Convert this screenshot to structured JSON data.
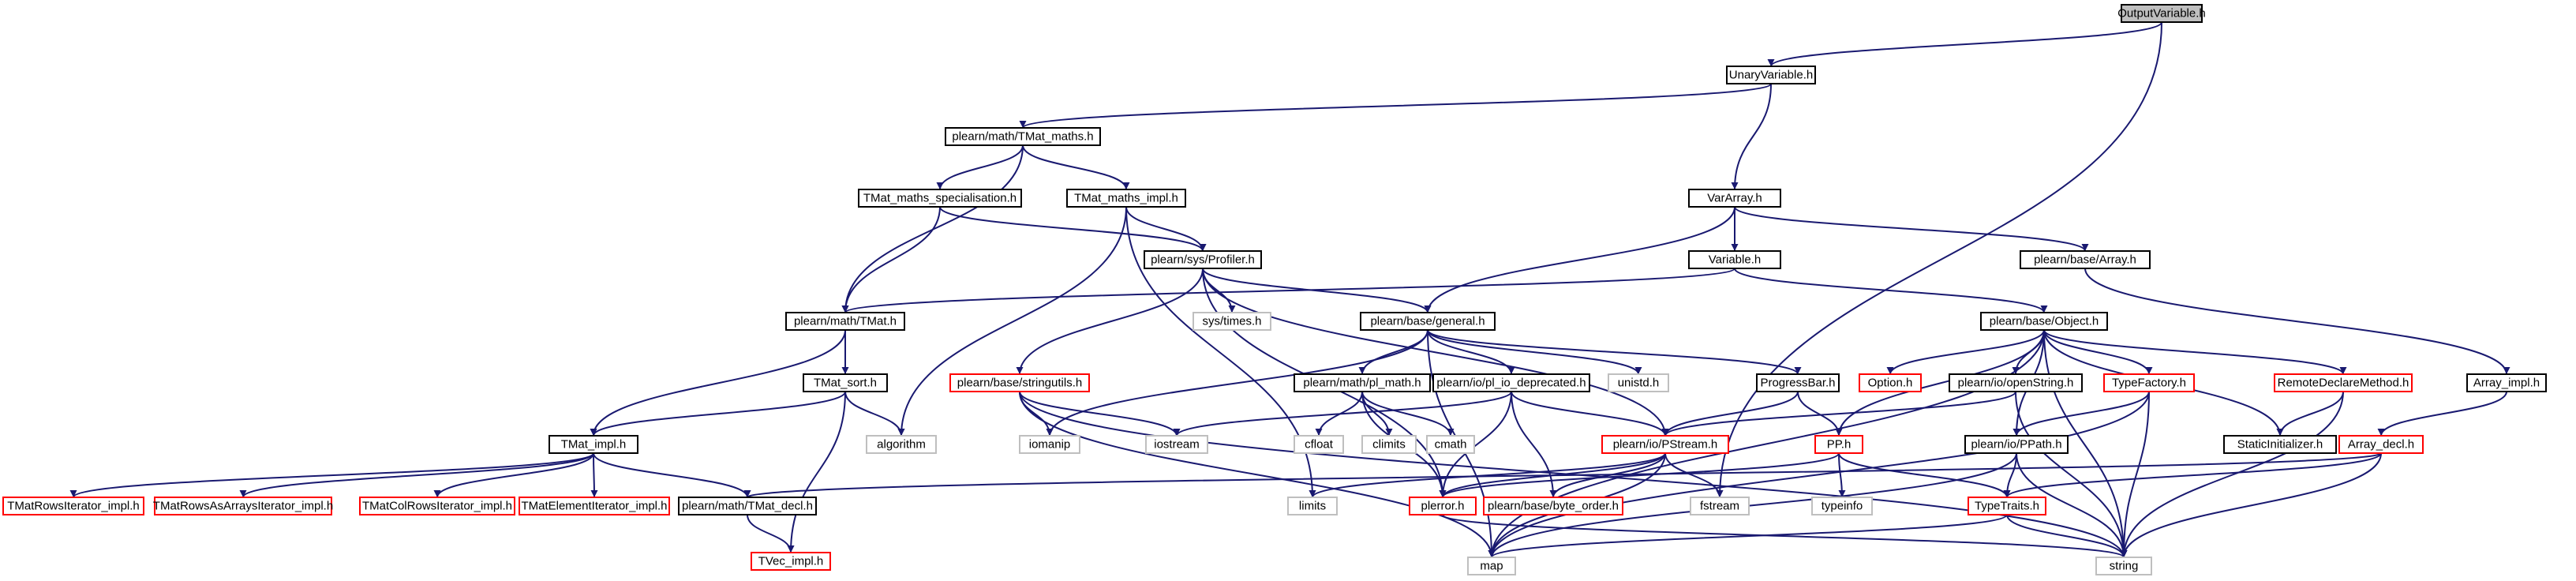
{
  "graph": {
    "colors": {
      "root_fill": "#bfbfbf",
      "header_border": "#000000",
      "truncated_border": "#ff0000",
      "system_border": "#bfbfbf",
      "text": "#000000",
      "edge": "#191970"
    },
    "nodes": [
      {
        "id": "OutputVariable",
        "label": "OutputVariable.h",
        "kind": "root"
      },
      {
        "id": "UnaryVariable",
        "label": "UnaryVariable.h",
        "kind": "header"
      },
      {
        "id": "TMat_maths",
        "label": "plearn/math/TMat_maths.h",
        "kind": "header"
      },
      {
        "id": "TMat_maths_spec",
        "label": "TMat_maths_specialisation.h",
        "kind": "header"
      },
      {
        "id": "TMat_maths_impl",
        "label": "TMat_maths_impl.h",
        "kind": "header"
      },
      {
        "id": "VarArray",
        "label": "VarArray.h",
        "kind": "header"
      },
      {
        "id": "Profiler",
        "label": "plearn/sys/Profiler.h",
        "kind": "header"
      },
      {
        "id": "Variable",
        "label": "Variable.h",
        "kind": "header"
      },
      {
        "id": "baseArray",
        "label": "plearn/base/Array.h",
        "kind": "header"
      },
      {
        "id": "TMat",
        "label": "plearn/math/TMat.h",
        "kind": "header"
      },
      {
        "id": "systimes",
        "label": "sys/times.h",
        "kind": "system"
      },
      {
        "id": "general",
        "label": "plearn/base/general.h",
        "kind": "header"
      },
      {
        "id": "Object",
        "label": "plearn/base/Object.h",
        "kind": "header"
      },
      {
        "id": "TMat_sort",
        "label": "TMat_sort.h",
        "kind": "header"
      },
      {
        "id": "stringutils",
        "label": "plearn/base/stringutils.h",
        "kind": "truncated"
      },
      {
        "id": "pl_math",
        "label": "plearn/math/pl_math.h",
        "kind": "header"
      },
      {
        "id": "pl_io_dep",
        "label": "plearn/io/pl_io_deprecated.h",
        "kind": "header"
      },
      {
        "id": "unistd",
        "label": "unistd.h",
        "kind": "system"
      },
      {
        "id": "ProgressBar",
        "label": "ProgressBar.h",
        "kind": "header"
      },
      {
        "id": "Option",
        "label": "Option.h",
        "kind": "truncated"
      },
      {
        "id": "openString",
        "label": "plearn/io/openString.h",
        "kind": "header"
      },
      {
        "id": "TypeFactory",
        "label": "TypeFactory.h",
        "kind": "truncated"
      },
      {
        "id": "RemoteDeclare",
        "label": "RemoteDeclareMethod.h",
        "kind": "truncated"
      },
      {
        "id": "Array_impl",
        "label": "Array_impl.h",
        "kind": "header"
      },
      {
        "id": "TMat_impl",
        "label": "TMat_impl.h",
        "kind": "header"
      },
      {
        "id": "algorithm",
        "label": "algorithm",
        "kind": "system"
      },
      {
        "id": "iomanip",
        "label": "iomanip",
        "kind": "system"
      },
      {
        "id": "iostream",
        "label": "iostream",
        "kind": "system"
      },
      {
        "id": "cfloat",
        "label": "cfloat",
        "kind": "system"
      },
      {
        "id": "climits",
        "label": "climits",
        "kind": "system"
      },
      {
        "id": "cmath",
        "label": "cmath",
        "kind": "system"
      },
      {
        "id": "PStream",
        "label": "plearn/io/PStream.h",
        "kind": "truncated"
      },
      {
        "id": "PP",
        "label": "PP.h",
        "kind": "truncated"
      },
      {
        "id": "PPath",
        "label": "plearn/io/PPath.h",
        "kind": "header"
      },
      {
        "id": "StaticInit",
        "label": "StaticInitializer.h",
        "kind": "header"
      },
      {
        "id": "Array_decl",
        "label": "Array_decl.h",
        "kind": "truncated"
      },
      {
        "id": "TMatRowsIt",
        "label": "TMatRowsIterator_impl.h",
        "kind": "truncated"
      },
      {
        "id": "TMatRowsAsArr",
        "label": "TMatRowsAsArraysIterator_impl.h",
        "kind": "truncated"
      },
      {
        "id": "TMatColRows",
        "label": "TMatColRowsIterator_impl.h",
        "kind": "truncated"
      },
      {
        "id": "TMatElem",
        "label": "TMatElementIterator_impl.h",
        "kind": "truncated"
      },
      {
        "id": "TMat_decl",
        "label": "plearn/math/TMat_decl.h",
        "kind": "header"
      },
      {
        "id": "limits",
        "label": "limits",
        "kind": "system"
      },
      {
        "id": "plerror",
        "label": "plerror.h",
        "kind": "truncated"
      },
      {
        "id": "byte_order",
        "label": "plearn/base/byte_order.h",
        "kind": "truncated"
      },
      {
        "id": "fstream",
        "label": "fstream",
        "kind": "system"
      },
      {
        "id": "typeinfo",
        "label": "typeinfo",
        "kind": "system"
      },
      {
        "id": "TypeTraits",
        "label": "TypeTraits.h",
        "kind": "truncated"
      },
      {
        "id": "TVec_impl",
        "label": "TVec_impl.h",
        "kind": "truncated"
      },
      {
        "id": "map",
        "label": "map",
        "kind": "system"
      },
      {
        "id": "string",
        "label": "string",
        "kind": "system"
      }
    ],
    "edges": [
      [
        "OutputVariable",
        "UnaryVariable"
      ],
      [
        "OutputVariable",
        "fstream"
      ],
      [
        "UnaryVariable",
        "TMat_maths"
      ],
      [
        "UnaryVariable",
        "VarArray"
      ],
      [
        "TMat_maths",
        "TMat_maths_spec"
      ],
      [
        "TMat_maths",
        "TMat_maths_impl"
      ],
      [
        "TMat_maths",
        "TMat"
      ],
      [
        "TMat_maths_spec",
        "Profiler"
      ],
      [
        "TMat_maths_spec",
        "TMat"
      ],
      [
        "TMat_maths_impl",
        "Profiler"
      ],
      [
        "TMat_maths_impl",
        "algorithm"
      ],
      [
        "TMat_maths_impl",
        "limits"
      ],
      [
        "VarArray",
        "Variable"
      ],
      [
        "VarArray",
        "baseArray"
      ],
      [
        "VarArray",
        "general"
      ],
      [
        "Profiler",
        "systimes"
      ],
      [
        "Profiler",
        "general"
      ],
      [
        "Profiler",
        "stringutils"
      ],
      [
        "Profiler",
        "PStream"
      ],
      [
        "Profiler",
        "plerror"
      ],
      [
        "Variable",
        "TMat"
      ],
      [
        "Variable",
        "Object"
      ],
      [
        "baseArray",
        "Array_impl"
      ],
      [
        "TMat",
        "TMat_sort"
      ],
      [
        "TMat",
        "TMat_impl"
      ],
      [
        "general",
        "pl_math"
      ],
      [
        "general",
        "pl_io_dep"
      ],
      [
        "general",
        "unistd"
      ],
      [
        "general",
        "ProgressBar"
      ],
      [
        "general",
        "iomanip"
      ],
      [
        "general",
        "map"
      ],
      [
        "Object",
        "Option"
      ],
      [
        "Object",
        "openString"
      ],
      [
        "Object",
        "TypeFactory"
      ],
      [
        "Object",
        "RemoteDeclare"
      ],
      [
        "Object",
        "StaticInit"
      ],
      [
        "Object",
        "PPath"
      ],
      [
        "Object",
        "PP"
      ],
      [
        "Object",
        "map"
      ],
      [
        "Object",
        "string"
      ],
      [
        "TMat_sort",
        "TMat_impl"
      ],
      [
        "TMat_sort",
        "algorithm"
      ],
      [
        "TMat_sort",
        "TVec_impl"
      ],
      [
        "stringutils",
        "iomanip"
      ],
      [
        "stringutils",
        "iostream"
      ],
      [
        "stringutils",
        "map"
      ],
      [
        "stringutils",
        "string"
      ],
      [
        "pl_math",
        "cfloat"
      ],
      [
        "pl_math",
        "climits"
      ],
      [
        "pl_math",
        "cmath"
      ],
      [
        "pl_math",
        "plerror"
      ],
      [
        "pl_io_dep",
        "iostream"
      ],
      [
        "pl_io_dep",
        "PStream"
      ],
      [
        "pl_io_dep",
        "plerror"
      ],
      [
        "pl_io_dep",
        "byte_order"
      ],
      [
        "ProgressBar",
        "PStream"
      ],
      [
        "ProgressBar",
        "PP"
      ],
      [
        "openString",
        "PStream"
      ],
      [
        "openString",
        "string"
      ],
      [
        "TypeFactory",
        "PPath"
      ],
      [
        "TypeFactory",
        "map"
      ],
      [
        "TypeFactory",
        "string"
      ],
      [
        "RemoteDeclare",
        "StaticInit"
      ],
      [
        "RemoteDeclare",
        "string"
      ],
      [
        "Array_impl",
        "Array_decl"
      ],
      [
        "TMat_impl",
        "TMatRowsIt"
      ],
      [
        "TMat_impl",
        "TMatRowsAsArr"
      ],
      [
        "TMat_impl",
        "TMatColRows"
      ],
      [
        "TMat_impl",
        "TMatElem"
      ],
      [
        "TMat_impl",
        "TMat_decl"
      ],
      [
        "PStream",
        "limits"
      ],
      [
        "PStream",
        "plerror"
      ],
      [
        "PStream",
        "byte_order"
      ],
      [
        "PStream",
        "fstream"
      ],
      [
        "PStream",
        "map"
      ],
      [
        "PP",
        "typeinfo"
      ],
      [
        "PP",
        "TypeTraits"
      ],
      [
        "PP",
        "plerror"
      ],
      [
        "PPath",
        "TypeTraits"
      ],
      [
        "PPath",
        "map"
      ],
      [
        "PPath",
        "string"
      ],
      [
        "Array_decl",
        "TMat_decl"
      ],
      [
        "Array_decl",
        "TypeTraits"
      ],
      [
        "Array_decl",
        "string"
      ],
      [
        "TMat_decl",
        "TVec_impl"
      ],
      [
        "TypeTraits",
        "map"
      ],
      [
        "TypeTraits",
        "string"
      ],
      [
        "plerror",
        "string"
      ]
    ]
  }
}
